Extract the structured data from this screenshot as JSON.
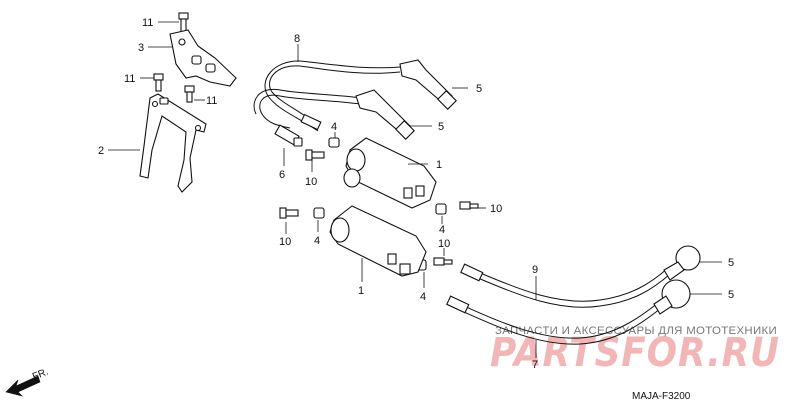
{
  "callouts": {
    "c11a": "11",
    "c3": "3",
    "c11b": "11",
    "c11c": "11",
    "c2": "2",
    "c8": "8",
    "c5a": "5",
    "c5b": "5",
    "c4a": "4",
    "c1a": "1",
    "c6": "6",
    "c10a": "10",
    "c10b": "10",
    "c4b": "4",
    "c10c": "10",
    "c10d": "10",
    "c4c": "4",
    "c1b": "1",
    "c9": "9",
    "c5c": "5",
    "c5d": "5",
    "c7": "7"
  },
  "direction": {
    "label": "FR."
  },
  "diagram_code": "MAJA-F3200",
  "watermark": {
    "line": "ЗАПЧАСТИ И АКСЕССУАРЫ ДЛЯ МОТОТЕХНИКИ",
    "logo": "PARTSFOR.RU"
  },
  "colors": {
    "line": "#111111",
    "watermark": "#f2b6b6"
  }
}
